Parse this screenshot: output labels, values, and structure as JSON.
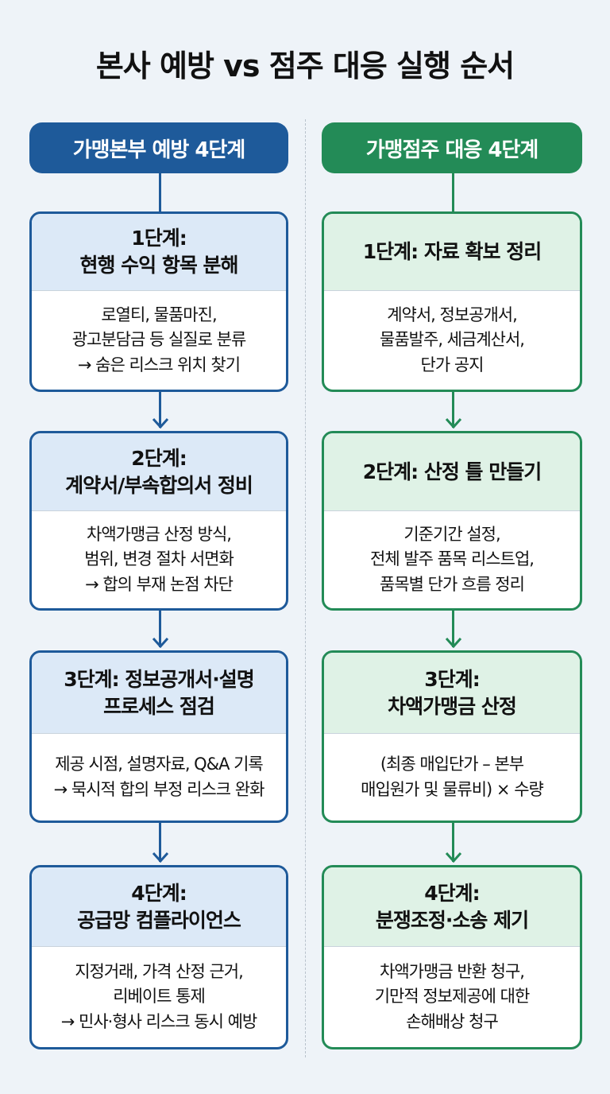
{
  "title": "본사 예방 vs 점주 대응 실행 순서",
  "colors": {
    "blue": "#1e5a9a",
    "green": "#238b57"
  },
  "left": {
    "header": "가맹본부 예방 4단계",
    "steps": [
      {
        "title": "1단계:\n현행 수익 항목 분해",
        "body": "로열티, 물품마진,\n광고분담금 등 실질로 분류\n→ 숨은 리스크 위치 찾기"
      },
      {
        "title": "2단계:\n계약서/부속합의서 정비",
        "body": "차액가맹금 산정 방식,\n범위, 변경 절차 서면화\n→ 합의 부재 논점 차단"
      },
      {
        "title": "3단계: 정보공개서·설명\n프로세스 점검",
        "body": "제공 시점, 설명자료, Q&A 기록\n→ 묵시적 합의 부정 리스크 완화"
      },
      {
        "title": "4단계:\n공급망 컴플라이언스",
        "body": "지정거래, 가격 산정 근거,\n리베이트 통제\n→ 민사·형사 리스크 동시 예방"
      }
    ]
  },
  "right": {
    "header": "가맹점주 대응 4단계",
    "steps": [
      {
        "title": "1단계: 자료 확보 정리",
        "body": "계약서, 정보공개서,\n물품발주, 세금계산서,\n단가 공지"
      },
      {
        "title": "2단계: 산정 틀 만들기",
        "body": "기준기간 설정,\n전체 발주 품목 리스트업,\n품목별 단가 흐름 정리"
      },
      {
        "title": "3단계:\n차액가맹금 산정",
        "body": "(최종 매입단가 – 본부\n매입원가 및 물류비) × 수량"
      },
      {
        "title": "4단계:\n분쟁조정·소송 제기",
        "body": "차액가맹금 반환 청구,\n기만적 정보제공에 대한\n손해배상 청구"
      }
    ]
  }
}
